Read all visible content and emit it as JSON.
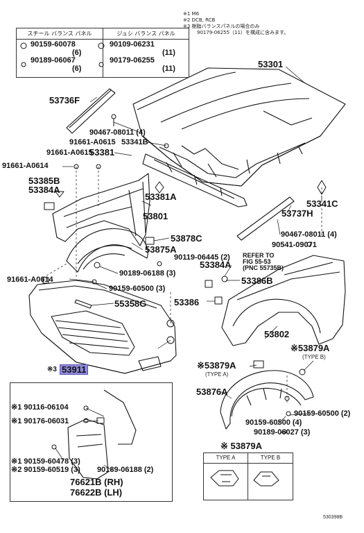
{
  "notes": {
    "n1": "※1 M6",
    "n2": "※2 DCB, RCB",
    "n3": "※3 樹脂バランスパネルの場合のみ",
    "n3b": "90179-06255（11）を構成に含みます。"
  },
  "top_box": {
    "left_header": "スチール バランス パネル",
    "right_header": "ジュシ バランス パネル",
    "left_part1": "90159-60078",
    "left_qty1": "(6)",
    "left_part2": "90189-06067",
    "left_qty2": "(6)",
    "right_part1": "90109-06231",
    "right_qty1": "(11)",
    "right_part2": "90179-06255",
    "right_qty2": "(11)"
  },
  "labels": {
    "p53301": "53301",
    "p53736F": "53736F",
    "p90467a": "90467-08011 (4)",
    "p53341B": "53341B",
    "p91661a": "91661-A0615",
    "p53381": "53381",
    "p91661b": "91661-A0614",
    "p53385B": "53385B",
    "p53384Aa": "53384A",
    "p53381A": "53381A",
    "p53341C": "53341C",
    "p53737H": "53737H",
    "p53801": "53801",
    "p53878C": "53878C",
    "p90467b": "90467-08011 (4)",
    "p90541": "90541-09071",
    "p53875A": "53875A",
    "p90119": "90119-06445 (2)",
    "p_refer1": "REFER TO",
    "p_refer2": "FIG 55-53",
    "p_refer3": "(PNC 55735B)",
    "p53384Ab": "53384A",
    "p90189a": "90189-06188 (3)",
    "p91661c": "91661-A0614",
    "p53386B": "53386B",
    "p90159a": "90159-60500 (3)",
    "p55358G": "55358G",
    "p53386": "53386",
    "p53802": "53802",
    "p53879A_b": "※53879A",
    "p_typeb": "(TYPE B)",
    "p53879A_a": "※53879A",
    "p_typea": "(TYPE A)",
    "p53911_prefix": "※3",
    "p53911": "53911",
    "p53876A": "53876A",
    "p90159b": "90159-60500 (2)",
    "p90159c": "90159-60500 (4)",
    "p90189b": "90189-06027 (3)",
    "p53879A_c": "※ 53879A"
  },
  "bottom_box": {
    "b1": "※1 90116-06104",
    "b2": "※1 90176-06031",
    "b3": "※1 90159-60478 (3)",
    "b4": "※2 90159-60519 (3)",
    "b5": "90189-06188 (2)",
    "b6": "76621B (RH)",
    "b7": "76622B (LH)"
  },
  "type_table": {
    "type_a": "TYPE A",
    "type_b": "TYPE B"
  },
  "figure_code": "530398B"
}
